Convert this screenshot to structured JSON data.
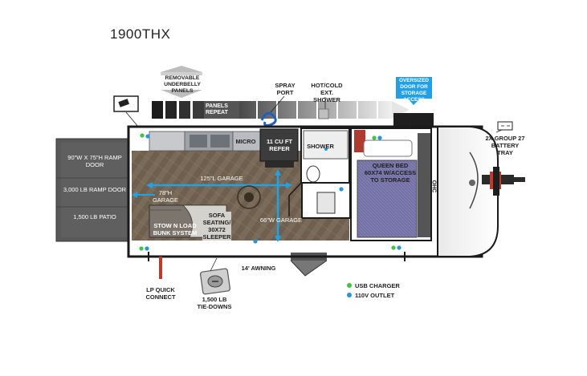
{
  "model": "1900THX",
  "labels": {
    "underbelly": "REMOVABLE UNDERBELLY PANELS",
    "panels_repeat": "PANELS REPEAT",
    "spray_port": "SPRAY PORT",
    "ext_shower": "HOT/COLD EXT. SHOWER",
    "oversized_door": "OVERSIZED DOOR FOR STORAGE ACCESS",
    "battery_tray": "2X GROUP 27 BATTERY TRAY",
    "ramp_door_size": "90\"W x 75\"H RAMP DOOR",
    "ramp_door_weight": "3,000 LB RAMP DOOR",
    "patio_weight": "1,500 LB PATIO",
    "micro": "MICRO",
    "refer": "11 CU FT REFER",
    "shower": "SHOWER",
    "queen_bed": "QUEEN BED 60X74 W/ACCESS TO STORAGE",
    "ohc": "OHC",
    "garage_length": "125\"L GARAGE",
    "garage_height": "78\"H GARAGE",
    "garage_width": "66\"W GARAGE",
    "sofa": "SOFA SEATING/ 30X72 SLEEPER",
    "bunk": "STOW N LOAD BUNK SYSTEM",
    "awning": "14' AWNING",
    "lp_connect": "LP QUICK CONNECT",
    "tie_downs": "1,500 LB TIE-DOWNS"
  },
  "legend": [
    {
      "label": "USB CHARGER",
      "color": "#3ec63e"
    },
    {
      "label": "110V OUTLET",
      "color": "#2596d8"
    }
  ],
  "colors": {
    "accent_blue": "#29a6e0",
    "dimension_blue": "#1ea4e6",
    "oversized_badge": "#1fa0e8",
    "floor_wood": "#7a6a58",
    "ramp_gray": "#5a5a5a",
    "bed_purple": "#6f6ea0",
    "counter_gray": "#c7c9cc"
  }
}
